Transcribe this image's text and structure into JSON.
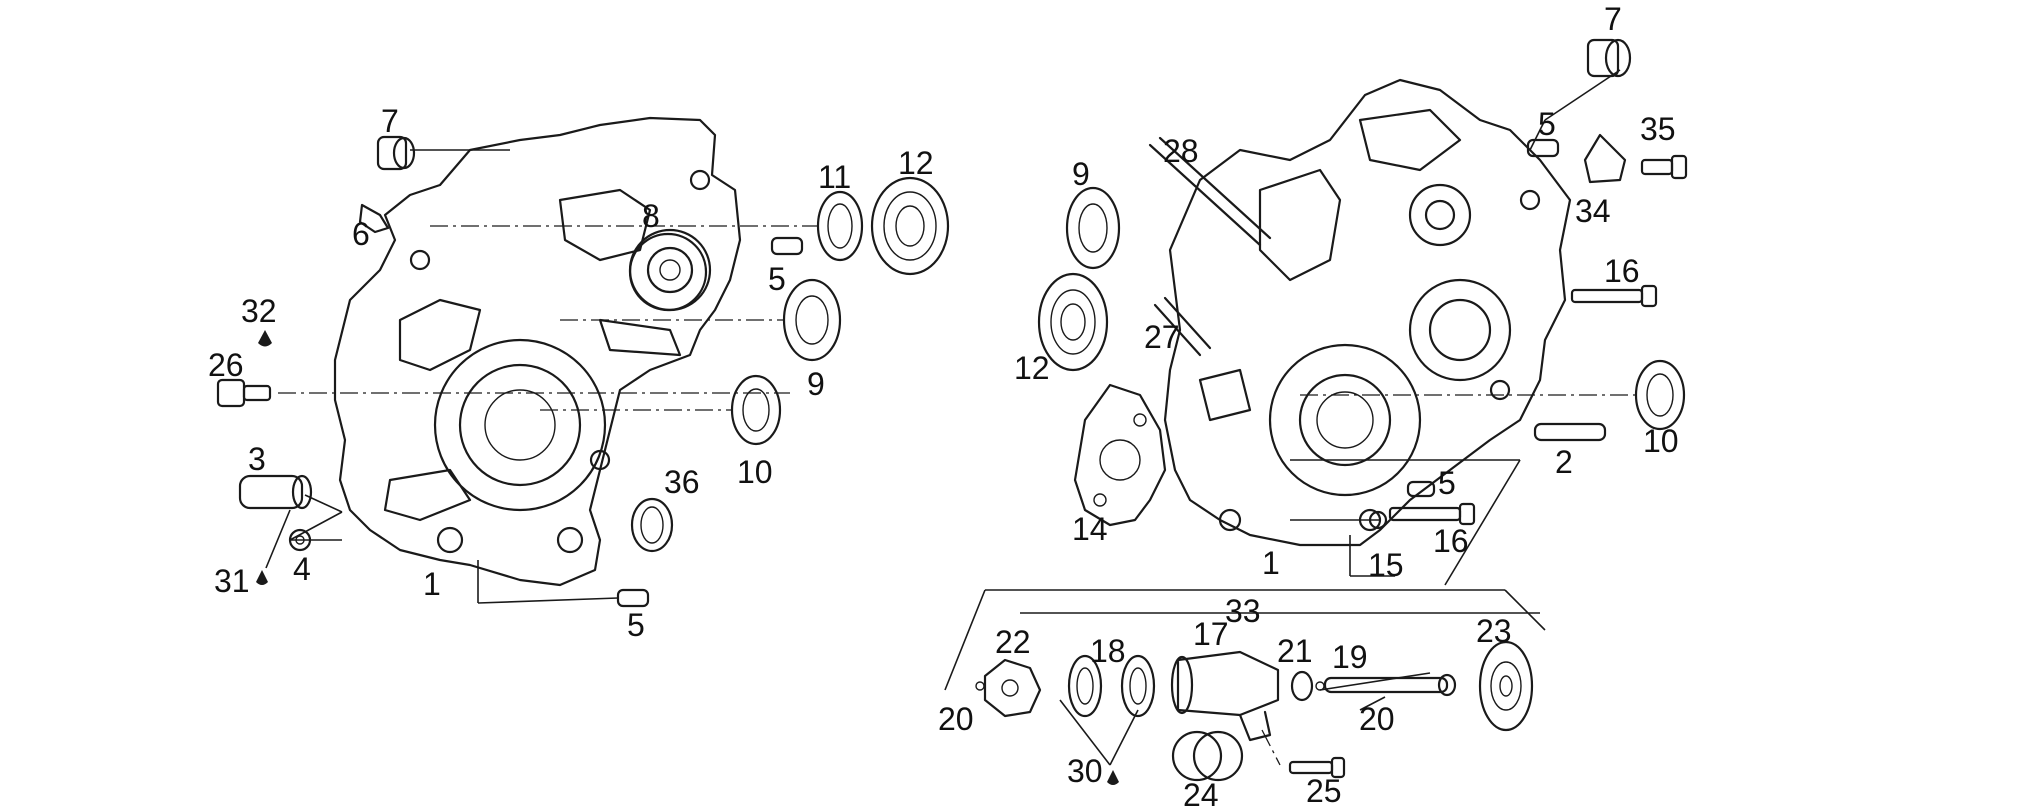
{
  "labels": {
    "l7a": "7",
    "l6": "6",
    "l32": "32",
    "l26": "26",
    "l3": "3",
    "l31": "31",
    "l4": "4",
    "l1a": "1",
    "l5a": "5",
    "l8": "8",
    "l11": "11",
    "l12a": "12",
    "l5b": "5",
    "l9a": "9",
    "l10a": "10",
    "l36": "36",
    "l9b": "9",
    "l28": "28",
    "l12b": "12",
    "l27": "27",
    "l14": "14",
    "l1b": "1",
    "l5c": "5",
    "l15": "15",
    "l16a": "16",
    "l2": "2",
    "l10b": "10",
    "l16b": "16",
    "l34": "34",
    "l35": "35",
    "l7b": "7",
    "l5d": "5",
    "l33": "33",
    "l17": "17",
    "l22": "22",
    "l18": "18",
    "l21": "21",
    "l19": "19",
    "l23": "23",
    "l20a": "20",
    "l20b": "20",
    "l30": "30",
    "l24": "24",
    "l25": "25"
  }
}
